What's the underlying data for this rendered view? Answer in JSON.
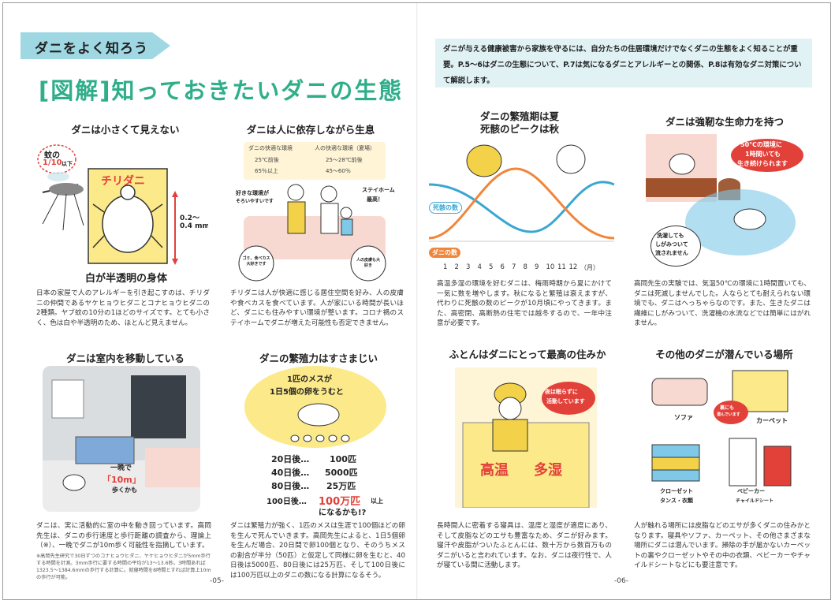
{
  "header": {
    "tag": "ダニをよく知ろう",
    "title": "[図解]知っておきたいダニの生態",
    "intro": "ダニが与える健康被害から家族を守るには、自分たちの住居環境だけでなくダニの生態をよく知ることが重要。P.5～6はダニの生態について、P.7は気になるダニとアレルギーとの関係、P.8は有効なダニ対策について解説します。"
  },
  "colors": {
    "teal": "#2fae8a",
    "tag": "#9fd8e3",
    "intro_bg": "#e1f2f5",
    "yellow": "#fbe98a",
    "red": "#e2413a",
    "orange": "#f0863a"
  },
  "s1": {
    "heading": "ダニは小さくて見えない",
    "bubble_a": "蚊の",
    "bubble_b": "1/10",
    "bubble_c": "以下",
    "mite_name": "チリダニ",
    "size_a": "0.2～",
    "size_b": "0.4 mm",
    "caption": "白が半透明の身体",
    "body": "日本の家屋で人のアレルギーを引き起こすのは、チリダニの仲間であるヤケヒョウヒダニとコナヒョウヒダニの2種類。ヤブ蚊の10分の1ほどのサイズです。とても小さく、色は白や半透明のため、ほとんど見えません。"
  },
  "s2": {
    "heading": "ダニは人に依存しながら生息",
    "mite_env": "ダニの快適な環境",
    "human_env": "人の快適な環境（夏場）",
    "mite_temp": "25℃前後",
    "mite_hum": "65％以上",
    "human_temp": "25～28℃前後",
    "human_hum": "45～60％",
    "bubble_left_a": "好きな環境が",
    "bubble_left_b": "そろいやすいです",
    "bubble_right_a": "ステイホーム",
    "bubble_right_b": "最高！",
    "circle_left": "ゴミ、食べカス大好きです",
    "circle_right": "人の皮膚も大好き",
    "body": "チリダニは人が快適に感じる居住空間を好み、人の皮膚や食べカスを食べています。人が家にいる時間が長いほど、ダニにも住みやすい環境が整います。コロナ禍のステイホームでダニが増えた可能性も否定できません。"
  },
  "s3": {
    "heading_a": "ダニの繁殖期は夏",
    "heading_b": "死骸のピークは秋",
    "label_dead": "死骸の数",
    "label_mite": "ダニの数",
    "months": [
      "1",
      "2",
      "3",
      "4",
      "5",
      "6",
      "7",
      "8",
      "9",
      "10",
      "11",
      "12"
    ],
    "months_unit": "（月）",
    "body": "高温多湿の環境を好むダニは、梅雨時期から夏にかけて一気に数を増やします。秋になると繁殖は衰えますが、代わりに死骸の数のピークが10月頃にやってきます。また、高密閉、高断熱の住宅では越冬するので、一年中注意が必要です。"
  },
  "s4": {
    "heading": "ダニは強靭な生命力を持つ",
    "heat_a": "50℃の環境に",
    "heat_b": "1時間いても",
    "heat_c": "生き続けられます",
    "wash_a": "洗濯しても",
    "wash_b": "しがみついて",
    "wash_c": "流されません",
    "body": "高岡先生の実験では、気温50℃の環境に1時間置いても、ダニは死滅しませんでした。人ならとても耐えられない環境でも、ダニはへっちゃらなのです。また、生きたダニは繊維にしがみついて、洗濯機の水流などでは簡単にはがれません。"
  },
  "s5": {
    "heading": "ダニは室内を移動している",
    "bubble_a": "一晩で",
    "bubble_b": "「10m」",
    "bubble_c": "歩くかも",
    "body": "ダニは、実に活動的に室の中を動き回っています。高岡先生は、ダニの歩行速度と歩行距離の調査から、理論上（※）、一晩でダニが10m歩く可能性を指摘しています。",
    "note": "※高岡先生研究で30日ずつのコナヒョウヒダニ、ヤケヒョウヒダニが5mm歩行する時間を計測。3mm歩行に要する時間の平均が13～13.6秒。3時間あれば1323.5～1384.6mmの歩行する計算に。就寝時間を8時間とすれば計算上10mの歩行が可能。",
    "page": "-05-"
  },
  "s6": {
    "heading": "ダニの繁殖力はすさまじい",
    "cloud_a": "1匹のメスが",
    "cloud_b": "1日5個の卵をうむと",
    "rows": [
      {
        "label": "20日後…",
        "value": "100匹"
      },
      {
        "label": "40日後…",
        "value": "5000匹"
      },
      {
        "label": "80日後…",
        "value": "25万匹"
      }
    ],
    "last_label": "100日後…",
    "last_value": "100万匹",
    "last_suffix": "以上",
    "last_tail": "になるかも!?",
    "body": "ダニは繁殖力が強く、1匹のメスは生涯で100個ほどの卵を生んで死んでいきます。高岡先生によると、1日5個卵を生んだ場合、20日間で卵100個となり、そのうちメスの割合が半分（50匹）と仮定して同様に卵を生むと、40日後は5000匹、80日後には25万匹、そして100日後には100万匹以上のダニの数になる計算になるそう。"
  },
  "s7": {
    "heading": "ふとんはダニにとって最高の住みか",
    "bubble_a": "夜は眠らずに",
    "bubble_b": "活動しています",
    "word_a": "高温",
    "word_b": "多湿",
    "body": "長時間人に密着する寝具は、温度と湿度が適度にあり、そして皮脂などのエサも豊富なため、ダニが好みます。寝汗や皮脂がついたふとんには、数十万から数百万ものダニがいると言われています。なお、ダニは夜行性で、人が寝ている間に活動します。",
    "page": "-06-"
  },
  "s8": {
    "heading": "その他のダニが潜んでいる場所",
    "sofa": "ソファ",
    "carpet": "カーペット",
    "carpet_tip_a": "裏にも",
    "carpet_tip_b": "潜んでいます",
    "closet_a": "クローゼット",
    "closet_b": "タンス・衣類",
    "baby_a": "ベビーカー",
    "baby_b": "チャイルドシート",
    "body": "人が触れる場所には皮脂などのエサが多くダニの住みかとなります。寝具やソファ、カーペット、その他さまざまな場所にダニは潜んでいます。掃除の手が届かないカーペットの裏やクローゼットやその中の衣類、ベビーカーやチャイルドシートなどにも要注意です。"
  }
}
